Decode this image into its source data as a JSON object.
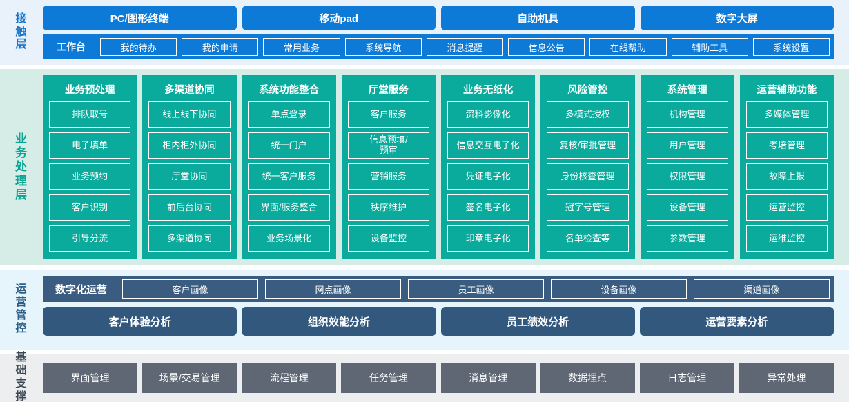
{
  "layers": {
    "contact": {
      "label": "接触层",
      "label_color": "#1273c9",
      "accent_color": "#0d7ad8",
      "channels": [
        {
          "label": "PC/图形终端"
        },
        {
          "label": "移动pad"
        },
        {
          "label": "自助机具"
        },
        {
          "label": "数字大屏"
        }
      ],
      "workbench_title": "工作台",
      "workbench_items": [
        {
          "label": "我的待办"
        },
        {
          "label": "我的申请"
        },
        {
          "label": "常用业务"
        },
        {
          "label": "系统导航"
        },
        {
          "label": "消息提醒"
        },
        {
          "label": "信息公告"
        },
        {
          "label": "在线帮助"
        },
        {
          "label": "辅助工具"
        },
        {
          "label": "系统设置"
        }
      ]
    },
    "business": {
      "label": "业务处理层",
      "label_color": "#0aa493",
      "accent_color": "#0aab9c",
      "columns": [
        {
          "title": "业务预处理",
          "items": [
            "排队取号",
            "电子填单",
            "业务预约",
            "客户识别",
            "引导分流"
          ]
        },
        {
          "title": "多渠道协同",
          "items": [
            "线上线下协同",
            "柜内柜外协同",
            "厅堂协同",
            "前后台协同",
            "多渠道协同"
          ]
        },
        {
          "title": "系统功能整合",
          "items": [
            "单点登录",
            "统一门户",
            "统一客户服务",
            "界面/服务整合",
            "业务场景化"
          ]
        },
        {
          "title": "厅堂服务",
          "items": [
            "客户服务",
            "信息预填/\n预审",
            "营销服务",
            "秩序维护",
            "设备监控"
          ]
        },
        {
          "title": "业务无纸化",
          "items": [
            "资料影像化",
            "信息交互电子化",
            "凭证电子化",
            "签名电子化",
            "印章电子化"
          ]
        },
        {
          "title": "风险管控",
          "items": [
            "多模式授权",
            "复核/审批管理",
            "身份核查管理",
            "冠字号管理",
            "名单检查等"
          ]
        },
        {
          "title": "系统管理",
          "items": [
            "机构管理",
            "用户管理",
            "权限管理",
            "设备管理",
            "参数管理"
          ]
        },
        {
          "title": "运营辅助功能",
          "items": [
            "多媒体管理",
            "考培管理",
            "故障上报",
            "运营监控",
            "运维监控"
          ]
        }
      ]
    },
    "operations": {
      "label": "运营管控",
      "label_color": "#2d5f86",
      "accent_color": "#3a5c80",
      "digital_title": "数字化运营",
      "portraits": [
        {
          "label": "客户画像"
        },
        {
          "label": "网点画像"
        },
        {
          "label": "员工画像"
        },
        {
          "label": "设备画像"
        },
        {
          "label": "渠道画像"
        }
      ],
      "analyses": [
        {
          "label": "客户体验分析"
        },
        {
          "label": "组织效能分析"
        },
        {
          "label": "员工绩效分析"
        },
        {
          "label": "运营要素分析"
        }
      ]
    },
    "foundation": {
      "label": "基础支撑",
      "label_color": "#3e4855",
      "accent_color": "#5e6773",
      "items": [
        {
          "label": "界面管理"
        },
        {
          "label": "场景/交易管理"
        },
        {
          "label": "流程管理"
        },
        {
          "label": "任务管理"
        },
        {
          "label": "消息管理"
        },
        {
          "label": "数据埋点"
        },
        {
          "label": "日志管理"
        },
        {
          "label": "异常处理"
        }
      ]
    }
  }
}
